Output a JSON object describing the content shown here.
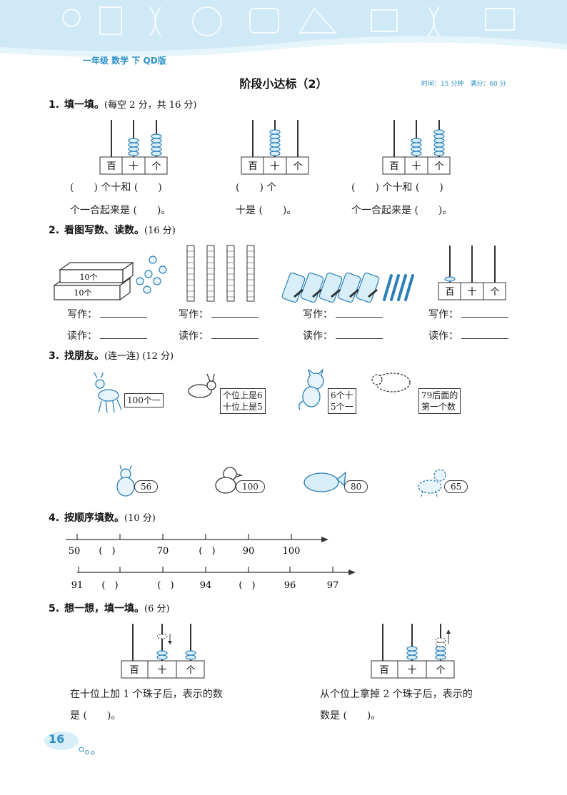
{
  "header": {
    "grade_label": "一年级 数学 下 QD版",
    "title": "阶段小达标（2）",
    "meta": "时间：15 分钟　满分：60 分"
  },
  "abacus_labels": {
    "hundreds": "百",
    "tens": "十",
    "ones": "个"
  },
  "q1": {
    "number": "1.",
    "heading": "填一填。",
    "note": "(每空 2 分，共 16 分)",
    "items": [
      {
        "line1": "(　　) 个十和 (　　)",
        "line2": "个一合起来是 (　　)。"
      },
      {
        "line1": "(　　) 个",
        "line2": "十是 (　　)。"
      },
      {
        "line1": "(　　) 个十和 (　　)",
        "line2": "个一合起来是 (　　)。"
      }
    ]
  },
  "q2": {
    "number": "2.",
    "heading": "看图写数、读数。",
    "note": "(16 分)",
    "write_label": "写作：",
    "read_label": "读作：",
    "book_labels": [
      "10个",
      "10个"
    ]
  },
  "q3": {
    "number": "3.",
    "heading": "找朋友。",
    "note": "(连一连) (12 分)",
    "top_cards": [
      "100个一",
      "个位上是6\n十位上是5",
      "6个十\n5个一",
      "79后面的\n第一个数"
    ],
    "bottom_numbers": [
      "56",
      "100",
      "80",
      "65"
    ]
  },
  "q4": {
    "number": "4.",
    "heading": "按顺序填数。",
    "note": "(10 分)",
    "line1": [
      "50",
      "(　)",
      "70",
      "(　)",
      "90",
      "100"
    ],
    "line2": [
      "91",
      "(　)",
      "(　)",
      "94",
      "(　)",
      "96",
      "97"
    ]
  },
  "q5": {
    "number": "5.",
    "heading": "想一想，填一填。",
    "note": "(6 分)",
    "left_text1": "在十位上加 1 个珠子后，表示的数",
    "left_text2": "是 (　　)。",
    "right_text1": "从个位上拿掉 2 个珠子后，表示的",
    "right_text2": "数是 (　　)。"
  },
  "page_number": "16",
  "colors": {
    "accent": "#2a8fc8",
    "banner": "#cfe9f7"
  }
}
